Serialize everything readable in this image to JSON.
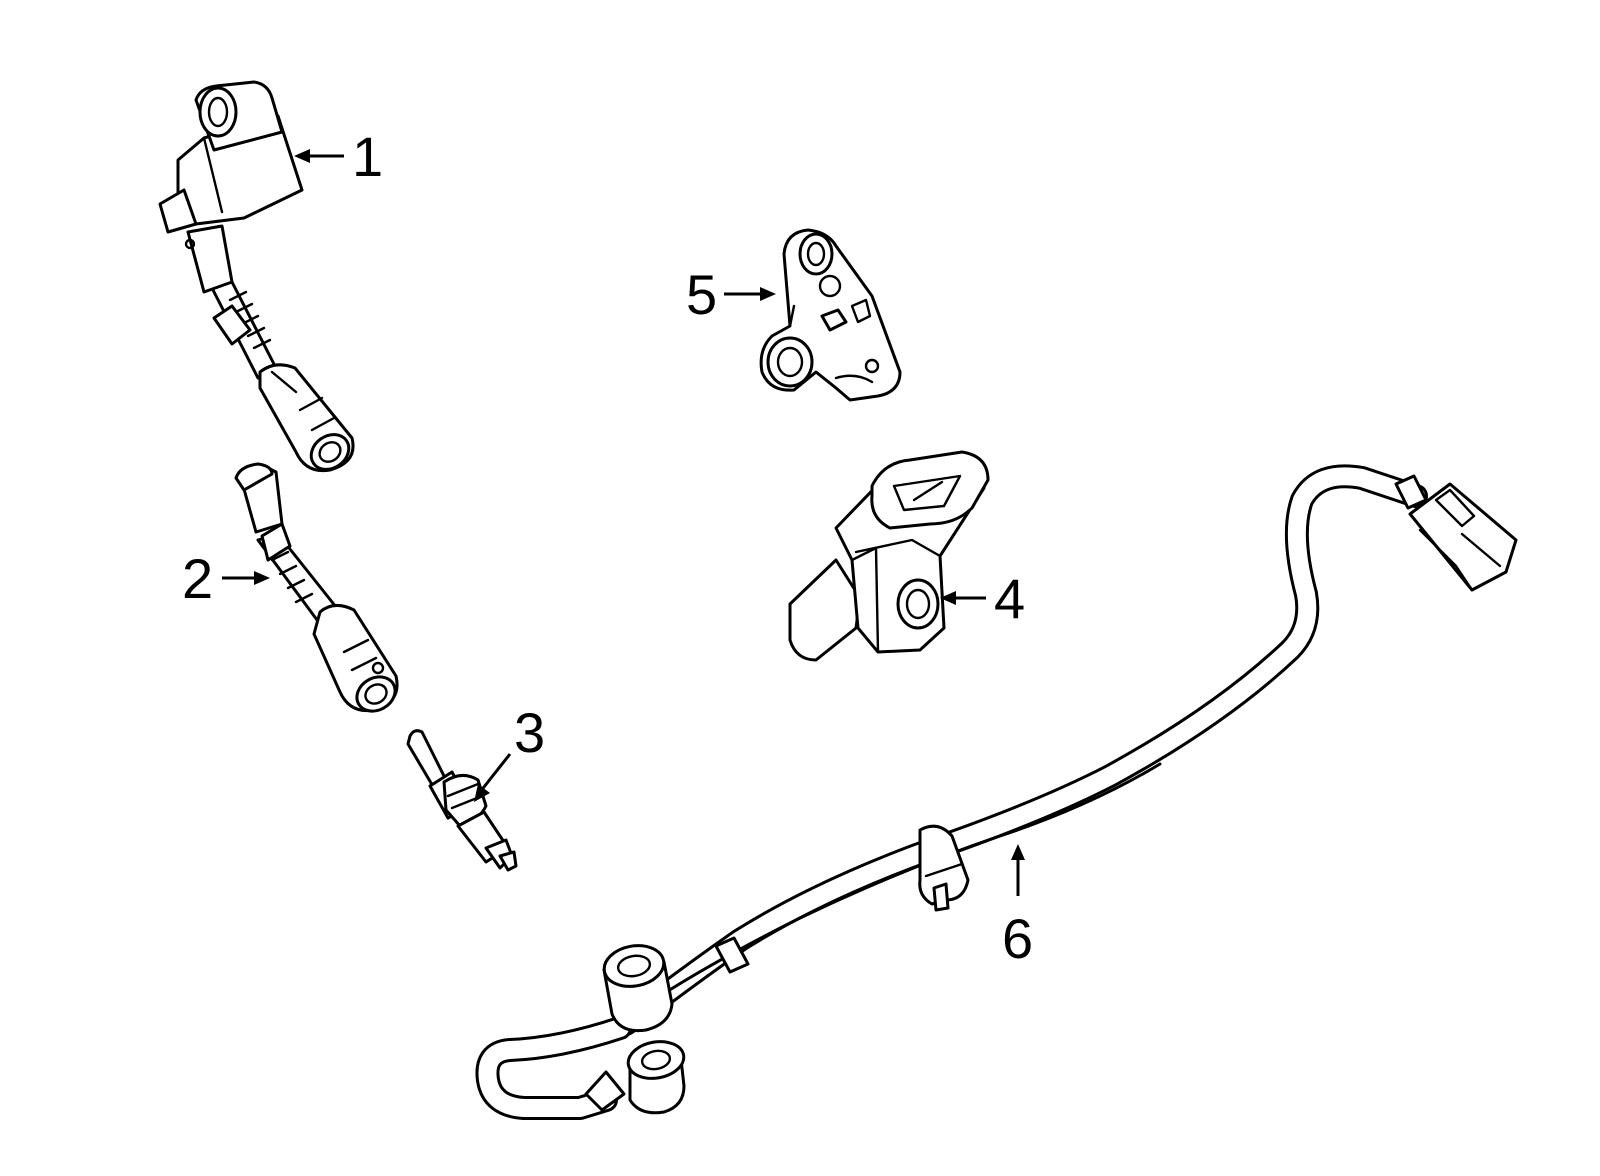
{
  "callouts": {
    "part_1": "1",
    "part_2": "2",
    "part_3": "3",
    "part_4": "4",
    "part_5": "5",
    "part_6": "6"
  },
  "colors": {
    "line": "#000000",
    "background": "#ffffff"
  }
}
